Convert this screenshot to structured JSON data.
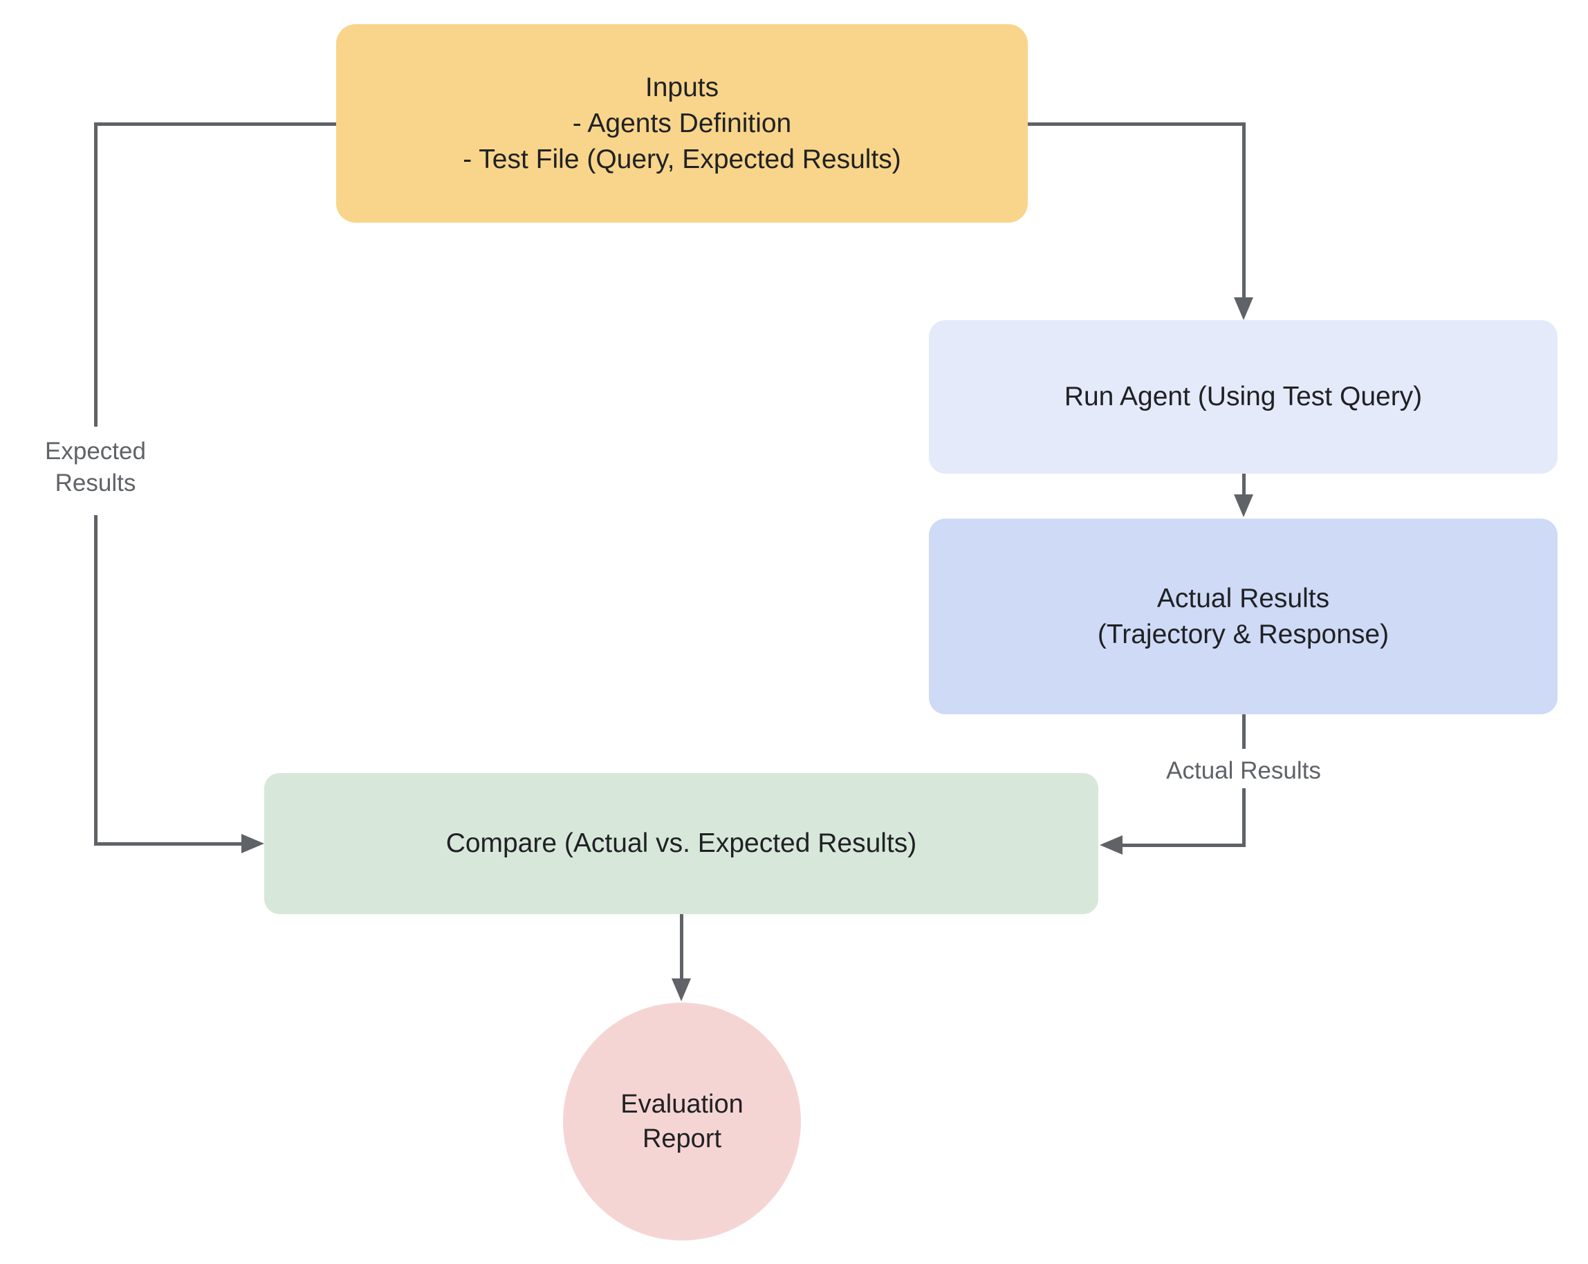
{
  "canvas": {
    "background": "#FFFFFF",
    "line_color": "#5F6368",
    "node_text_color": "#202124",
    "edge_label_color": "#5F6368"
  },
  "nodes": {
    "inputs": {
      "label": "Inputs\n- Agents Definition\n- Test File (Query, Expected Results)",
      "fill": "#F8D58A"
    },
    "run_agent": {
      "label": "Run Agent (Using Test Query)",
      "fill": "#E5EAFA"
    },
    "actual_results": {
      "label": "Actual Results\n(Trajectory & Response)",
      "fill": "#CEDAF6"
    },
    "compare": {
      "label": "Compare (Actual vs. Expected Results)",
      "fill": "#D7E8DB"
    },
    "evaluation_report": {
      "label": "Evaluation\nReport",
      "fill": "#F5D5D4"
    }
  },
  "edges": {
    "expected_results_label": "Expected\nResults",
    "actual_results_label": "Actual Results"
  }
}
